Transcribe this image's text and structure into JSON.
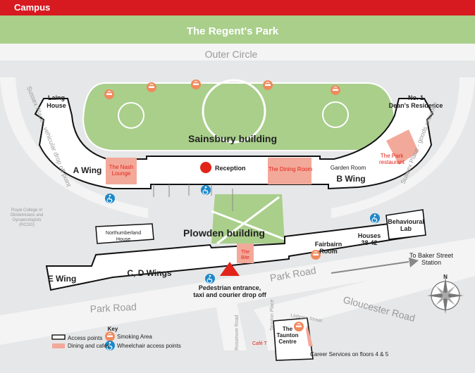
{
  "header": {
    "title": "Campus"
  },
  "colors": {
    "header": "#d71920",
    "park": "#a9cf8b",
    "road": "#e6e7e8",
    "dining": "#f3a99a",
    "accent_red": "#e2231a",
    "access_blue": "#1e88c8",
    "smoking": "#f08a5d"
  },
  "park": {
    "name": "The Regent's Park"
  },
  "roads": {
    "outer_circle": "Outer Circle",
    "sussex_vehicular": "Sussex Place - vehicular drop off point",
    "sussex_goods": "Sussex Place - goods entrance",
    "park_road_1": "Park Road",
    "park_road_2": "Park Road",
    "gloucester": "Gloucester Road",
    "rossmore": "Rossmore Road",
    "taunton_place": "Taunton Place",
    "linhope": "Linhope Street",
    "to_baker": "To Baker Street\nStation"
  },
  "buildings": {
    "sainsbury": "Sainsbury building",
    "plowden": "Plowden building",
    "laing": "Laing\nHouse",
    "dean": "No. 1\nDean's Residence",
    "a_wing": "A Wing",
    "b_wing": "B Wing",
    "garden_room": "Garden Room",
    "e_wing": "E Wing",
    "cd_wings": "C, D Wings",
    "fairbairn": "Fairbairn\nRoom",
    "houses": "Houses\n38-42",
    "behavioural": "Behavioural\nLab",
    "northumberland": "Northumberland\nHouse",
    "rcog": "Royal College of\nObstetricians and\nGynaecologists\n(RCOG)",
    "taunton_centre": "The\nTaunton\nCentre"
  },
  "dining": {
    "nash": "The Nash\nLounge",
    "dining_room": "The Dining Room",
    "park_restaurant": "The Park\nrestaurant",
    "bite": "The\nBite",
    "cafe_t": "Café T"
  },
  "points": {
    "reception": "Reception",
    "pedestrian": "Pedestrian entrance,\ntaxi and courier drop off",
    "career": "Career Services on floors 4 & 5"
  },
  "compass": {
    "north": "N"
  },
  "legend": {
    "title": "Key",
    "access": "Access points",
    "dining": "Dining and cafés",
    "smoking": "Smoking Area",
    "wheelchair": "Wheelchair access points"
  }
}
